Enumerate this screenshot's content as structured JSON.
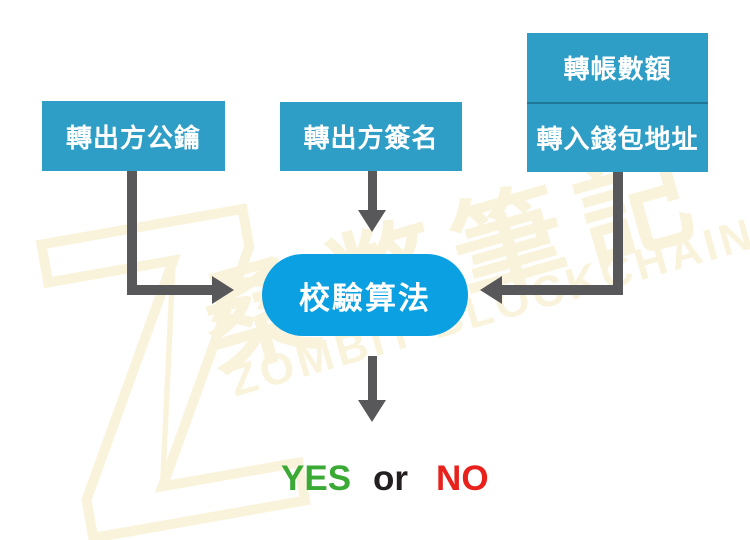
{
  "colors": {
    "box_blue": "#2E9EC7",
    "pill_blue": "#0AA0E2",
    "arrow_gray": "#58585A",
    "watermark_cream": "#FAF3DC",
    "yes_green": "#3AAA35",
    "no_red": "#E8211D",
    "or_black": "#231F20",
    "text_white": "#FFFFFF"
  },
  "watermark": {
    "logo_letter": "Z",
    "brand_zh": "桑幣筆記",
    "brand_en": "ZOMBIT BLOCKCHAIN"
  },
  "diagram": {
    "input_public_key": {
      "label": "轉出方公鑰"
    },
    "input_signature": {
      "label": "轉出方簽名"
    },
    "input_tx": {
      "row1": "轉帳數額",
      "row2": "轉入錢包地址"
    },
    "process": {
      "label": "校驗算法"
    },
    "result": {
      "yes": "YES",
      "or": "or",
      "no": "NO"
    }
  }
}
